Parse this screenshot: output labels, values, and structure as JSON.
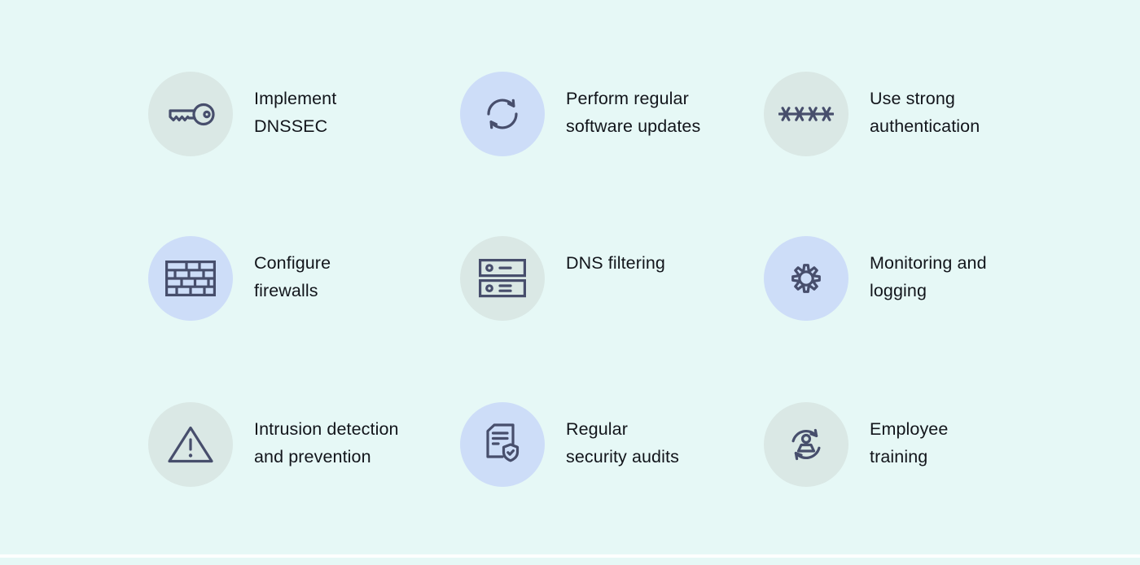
{
  "colors": {
    "background": "#e6f8f6",
    "circle_teal": "#dae8e5",
    "circle_blue": "#cdddf8",
    "icon_stroke": "#474e6c",
    "text": "#12151b"
  },
  "items": [
    {
      "icon": "key-icon",
      "variant": "teal",
      "line1": "Implement",
      "line2": "DNSSEC"
    },
    {
      "icon": "refresh-icon",
      "variant": "blue",
      "line1": "Perform regular",
      "line2": "software updates"
    },
    {
      "icon": "password-asterisks-icon",
      "variant": "teal",
      "line1": "Use strong",
      "line2": "authentication"
    },
    {
      "icon": "firewall-bricks-icon",
      "variant": "blue",
      "line1": "Configure",
      "line2": "firewalls"
    },
    {
      "icon": "server-icon",
      "variant": "teal",
      "line1": "DNS filtering",
      "line2": ""
    },
    {
      "icon": "gear-icon",
      "variant": "blue",
      "line1": "Monitoring and",
      "line2": "logging"
    },
    {
      "icon": "warning-triangle-icon",
      "variant": "teal",
      "line1": "Intrusion detection",
      "line2": "and prevention"
    },
    {
      "icon": "document-shield-icon",
      "variant": "blue",
      "line1": "Regular",
      "line2": "security audits"
    },
    {
      "icon": "person-refresh-icon",
      "variant": "teal",
      "line1": "Employee",
      "line2": "training"
    }
  ]
}
